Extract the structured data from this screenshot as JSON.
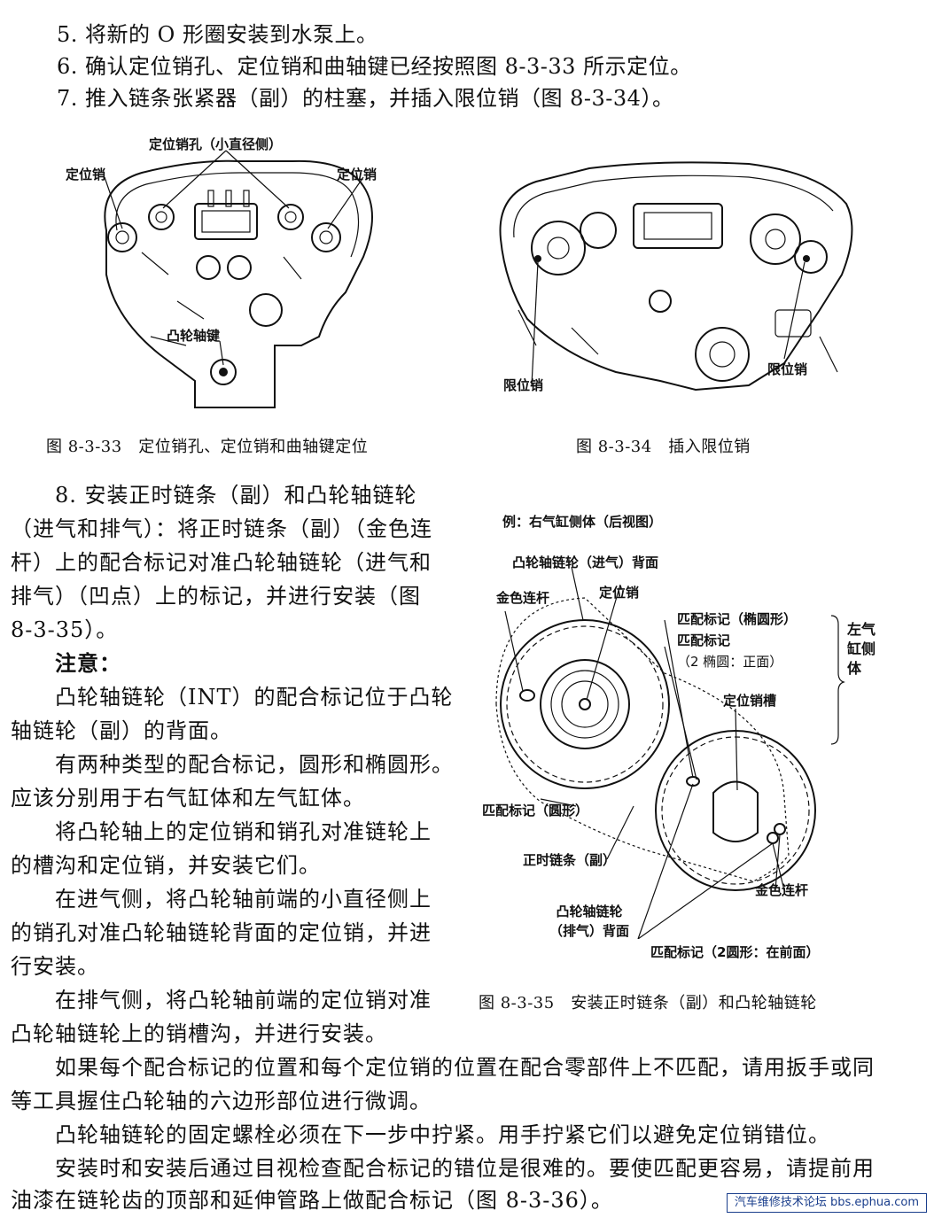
{
  "steps_top": [
    "5. 将新的 O 形圈安装到水泵上。",
    "6. 确认定位销孔、定位销和曲轴键已经按照图 8-3-33 所示定位。",
    "7. 推入链条张紧器（副）的柱塞，并插入限位销（图 8-3-34）。"
  ],
  "fig33": {
    "label_pin_holes": "定位销孔（小直径侧）",
    "label_pin_left": "定位销",
    "label_pin_right": "定位销",
    "label_cam_key": "凸轮轴键",
    "caption": "图 8-3-33　定位销孔、定位销和曲轴键定位"
  },
  "fig34": {
    "label_stopper_left": "限位销",
    "label_stopper_right": "限位销",
    "caption": "图 8-3-34　插入限位销"
  },
  "fig35": {
    "example": "例：右气缸侧体（后视图）",
    "label_intake_back": "凸轮轴链轮（进气）背面",
    "label_gold_link_top": "金色连杆",
    "label_dowel": "定位销",
    "label_match_oval": "匹配标记（椭圆形）",
    "label_match_2": "匹配标记",
    "label_match_2_detail": "（2 椭圆：正面）",
    "label_left_bank": "左气\n缸侧\n体",
    "label_dowel_groove": "定位销槽",
    "label_match_round": "匹配标记（圆形）",
    "label_chain": "正时链条（副）",
    "label_gold_link_bottom": "金色连杆",
    "label_exhaust_back": "凸轮轴链轮\n（排气）背面",
    "label_match_2_round": "匹配标记（2圆形：在前面）",
    "caption": "图 8-3-35　安装正时链条（副）和凸轮轴链轮"
  },
  "step8_lines": [
    "8. 安装正时链条（副）和凸轮轴链轮",
    "（进气和排气）：将正时链条（副）（金色连",
    "杆）上的配合标记对准凸轮轴链轮（进气和",
    "排气）（凹点）上的标记，并进行安装（图",
    "8-3-35）。"
  ],
  "note_title": "注意：",
  "note_lines": [
    "凸轮轴链轮（INT）的配合标记位于凸轮",
    "轴链轮（副）的背面。",
    "有两种类型的配合标记，圆形和椭圆形。",
    "应该分别用于右气缸体和左气缸体。",
    "将凸轮轴上的定位销和销孔对准链轮上",
    "的槽沟和定位销，并安装它们。",
    "在进气侧，将凸轮轴前端的小直径侧上",
    "的销孔对准凸轮轴链轮背面的定位销，并进",
    "行安装。",
    "在排气侧，将凸轮轴前端的定位销对准",
    "凸轮轴链轮上的销槽沟，并进行安装。"
  ],
  "bottom_paras": [
    "如果每个配合标记的位置和每个定位销的位置在配合零部件上不匹配，请用扳手或同",
    "等工具握住凸轮轴的六边形部位进行微调。",
    "凸轮轴链轮的固定螺栓必须在下一步中拧紧。用手拧紧它们以避免定位销错位。",
    "安装时和安装后通过目视检查配合标记的错位是很难的。要使匹配更容易，请提前用",
    "油漆在链轮齿的顶部和延伸管路上做配合标记（图 8-3-36）。"
  ],
  "watermark": "汽车维修技术论坛 bbs.ephua.com"
}
